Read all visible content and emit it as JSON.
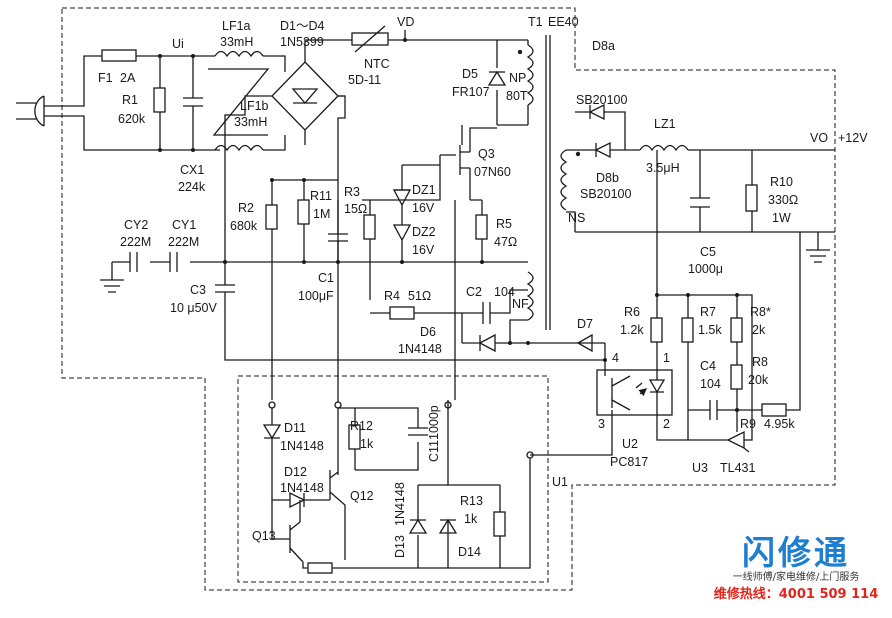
{
  "labels": {
    "ui": "Ui",
    "f1": "F1",
    "f1_value": "2A",
    "r1": "R1",
    "r1_value": "620k",
    "lf1a": "LF1a",
    "lf1a_value": "33mH",
    "lf1b": "LF1b",
    "lf1b_value": "33mH",
    "cx1": "CX1",
    "cx1_value": "224k",
    "d1d4": "D1～D4",
    "d1d4_value": "1N5399",
    "ntc": "NTC",
    "ntc_value": "5D-11",
    "vd": "VD",
    "t1": "T1",
    "ee40": "EE40",
    "d5": "D5",
    "d5_value": "FR107",
    "np": "NP",
    "np_value": "80T",
    "q3": "Q3",
    "q3_value": "07N60",
    "r2": "R2",
    "r2_value": "680k",
    "r11": "R11",
    "r11_value": "1M",
    "r3": "R3",
    "r3_value": "15Ω",
    "dz1": "DZ1",
    "dz1_value": "16V",
    "dz2": "DZ2",
    "dz2_value": "16V",
    "r5": "R5",
    "r5_value": "47Ω",
    "cy2": "CY2",
    "cy2_value": "222M",
    "cy1": "CY1",
    "cy1_value": "222M",
    "c1": "C1",
    "c1_value": "100μF",
    "c3": "C3",
    "c3_value": "10 μ50V",
    "r4": "R4",
    "r4_value": "51Ω",
    "c2": "C2",
    "c2_value": "104",
    "nf": "NF",
    "d6": "D6",
    "d6_value": "1N4148",
    "d7": "D7",
    "d8a": "D8a",
    "d8a_value": "SB20100",
    "d8b": "D8b",
    "d8b_value": "SB20100",
    "lz1": "LZ1",
    "lz1_value": "3.5μH",
    "vo": "VO",
    "vo_value": "+12V",
    "ns": "NS",
    "r10": "R10",
    "r10_value": "330Ω",
    "r10_power": "1W",
    "c5": "C5",
    "c5_value": "1000μ",
    "r6": "R6",
    "r6_value": "1.2k",
    "r7": "R7",
    "r7_value": "1.5k",
    "r8s": "R8*",
    "r8s_value": "2k",
    "r8": "R8",
    "r8_value": "20k",
    "c4": "C4",
    "c4_value": "104",
    "r9": "R9",
    "r9_value": "4.95k",
    "u2": "U2",
    "u2_value": "PC817",
    "u3": "U3",
    "u3_value": "TL431",
    "pin1": "1",
    "pin2": "2",
    "pin3": "3",
    "pin4": "4",
    "d11": "D11",
    "d11_value": "1N4148",
    "d12": "D12",
    "d12_value": "1N4148",
    "r12": "R12",
    "r12_value": "1k",
    "c11": "C11",
    "c11_value": "1000p",
    "q12": "Q12",
    "q13": "Q13",
    "d13": "D13",
    "d13_value": "1N4148",
    "r13": "R13",
    "r13_value": "1k",
    "d14": "D14",
    "u1": "U1"
  },
  "watermark": {
    "logo": "闪修通",
    "subtitle": "一线师傅/家电维修/上门服务",
    "hotline": "维修热线：4001 509 114"
  }
}
